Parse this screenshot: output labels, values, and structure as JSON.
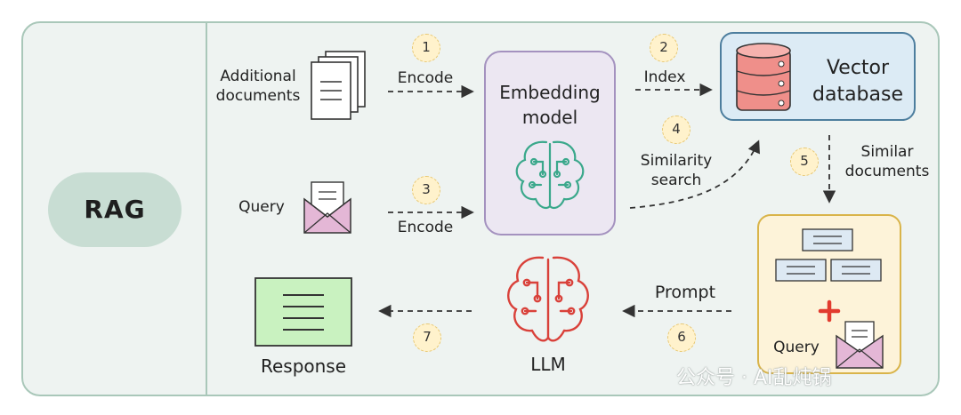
{
  "title": "RAG",
  "steps": [
    "1",
    "2",
    "3",
    "4",
    "5",
    "6",
    "7"
  ],
  "labels": {
    "additional_documents": "Additional\ndocuments",
    "encode_1": "Encode",
    "encode_3": "Encode",
    "index": "Index",
    "embedding_model": "Embedding\nmodel",
    "vector_database": "Vector\ndatabase",
    "similarity_search": "Similarity\nsearch",
    "similar_documents": "Similar\ndocuments",
    "query_input": "Query",
    "query_context": "Query",
    "prompt": "Prompt",
    "llm": "LLM",
    "response": "Response"
  },
  "watermark": "公众号 · AI乱炖锅",
  "colors": {
    "panel_bg": "#eef3f1",
    "panel_border": "#a9c7b9",
    "rag_pill": "#c8ddd3",
    "embedding_box_bg": "#ece7f2",
    "embedding_box_border": "#a492bf",
    "embedding_brain": "#3aa88b",
    "vector_db_bg": "#dcebf5",
    "vector_db_border": "#4d7e9e",
    "database_icon": "#ef8f8a",
    "context_box_bg": "#fdf3d9",
    "context_box_border": "#d9b44a",
    "plus_sign": "#e23b2e",
    "llm_brain": "#d9413a",
    "response_doc": "#c9f2c0",
    "step_badge": "#fff2cc",
    "envelope": "#e4b7d6"
  }
}
